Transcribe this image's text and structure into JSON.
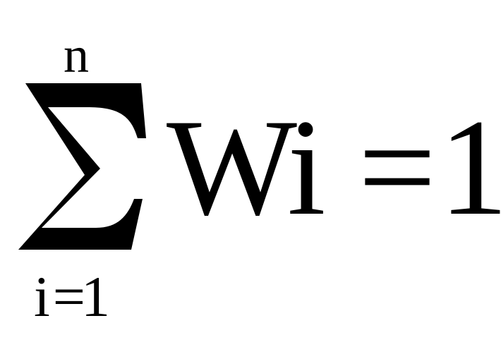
{
  "formula": {
    "operator": "∑",
    "upper_limit": "n",
    "lower_limit": {
      "variable": "i",
      "equals": "=",
      "value": "1"
    },
    "summand": "Wi",
    "equals": "=",
    "rhs": "1"
  }
}
